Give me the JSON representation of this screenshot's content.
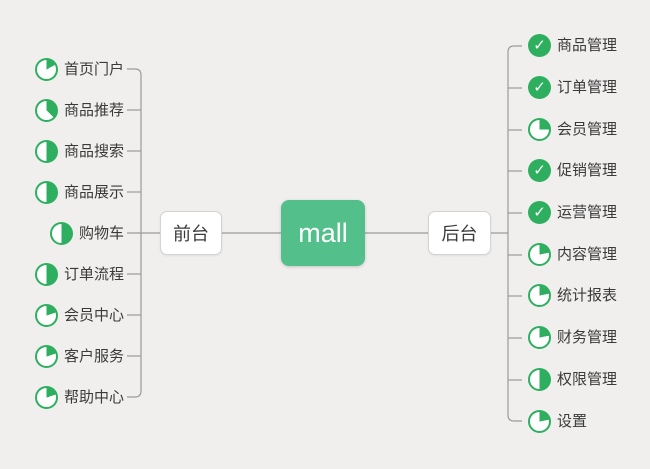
{
  "theme": {
    "background": "#f0efed",
    "root_node_green": "#53c08b",
    "icon_green": "#2eaf60",
    "line_color": "#9a9a9a",
    "text_color": "#3a3a3a"
  },
  "root": {
    "label": "mall"
  },
  "left_branch": {
    "node_label": "前台",
    "items": [
      {
        "label": "首页门户",
        "icon": {
          "name": "progress-pie-icon",
          "type": "pie",
          "progress": 17
        }
      },
      {
        "label": "商品推荐",
        "icon": {
          "name": "progress-pie-icon",
          "type": "pie",
          "progress": 37
        }
      },
      {
        "label": "商品搜索",
        "icon": {
          "name": "progress-pie-icon",
          "type": "pie",
          "progress": 50
        }
      },
      {
        "label": "商品展示",
        "icon": {
          "name": "progress-pie-icon",
          "type": "pie",
          "progress": 50
        }
      },
      {
        "label": "购物车",
        "icon": {
          "name": "progress-pie-icon",
          "type": "pie",
          "progress": 50
        }
      },
      {
        "label": "订单流程",
        "icon": {
          "name": "progress-pie-icon",
          "type": "pie",
          "progress": 50
        }
      },
      {
        "label": "会员中心",
        "icon": {
          "name": "progress-pie-icon",
          "type": "pie",
          "progress": 20
        }
      },
      {
        "label": "客户服务",
        "icon": {
          "name": "progress-pie-icon",
          "type": "pie",
          "progress": 20
        }
      },
      {
        "label": "帮助中心",
        "icon": {
          "name": "progress-pie-icon",
          "type": "pie",
          "progress": 20
        }
      }
    ]
  },
  "right_branch": {
    "node_label": "后台",
    "items": [
      {
        "label": "商品管理",
        "icon": {
          "name": "check-circle-icon",
          "type": "check",
          "glyph": "✓"
        }
      },
      {
        "label": "订单管理",
        "icon": {
          "name": "check-circle-icon",
          "type": "check",
          "glyph": "✓"
        }
      },
      {
        "label": "会员管理",
        "icon": {
          "name": "progress-pie-icon",
          "type": "pie",
          "progress": 25
        }
      },
      {
        "label": "促销管理",
        "icon": {
          "name": "check-circle-icon",
          "type": "check",
          "glyph": "✓"
        }
      },
      {
        "label": "运营管理",
        "icon": {
          "name": "check-circle-icon",
          "type": "check",
          "glyph": "✓"
        }
      },
      {
        "label": "内容管理",
        "icon": {
          "name": "progress-pie-icon",
          "type": "pie",
          "progress": 22
        }
      },
      {
        "label": "统计报表",
        "icon": {
          "name": "progress-pie-icon",
          "type": "pie",
          "progress": 22
        }
      },
      {
        "label": "财务管理",
        "icon": {
          "name": "progress-pie-icon",
          "type": "pie",
          "progress": 22
        }
      },
      {
        "label": "权限管理",
        "icon": {
          "name": "progress-pie-icon",
          "type": "pie",
          "progress": 50
        }
      },
      {
        "label": "设置",
        "icon": {
          "name": "progress-pie-icon",
          "type": "pie",
          "progress": 22
        }
      }
    ]
  }
}
